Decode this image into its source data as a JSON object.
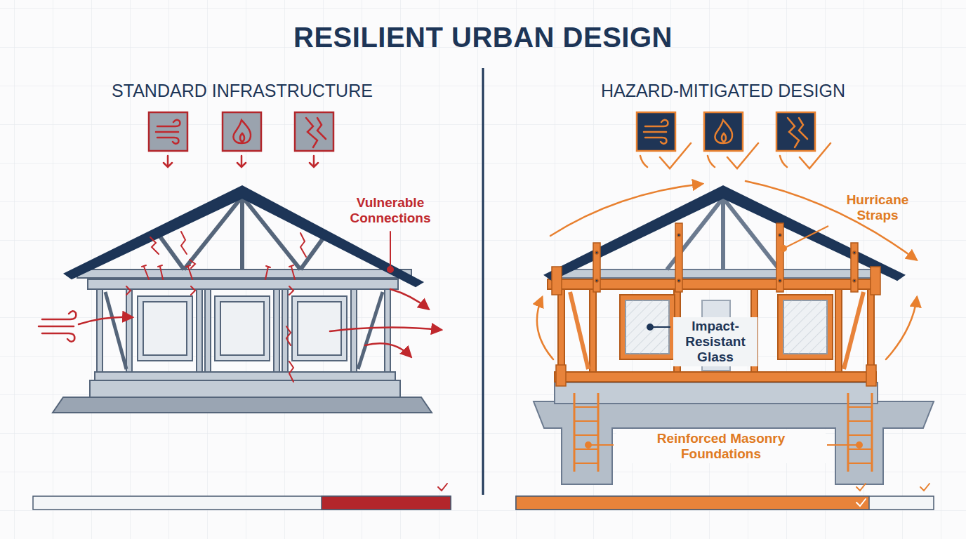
{
  "diagram": {
    "title": "RESILIENT URBAN DESIGN",
    "labels": [
      "STANDARD INFRASTRUCTURE",
      "HAZARD-MITIGATED DESIGN",
      "Vulnerable Connections",
      "Hurricane Straps",
      "Impact-Resistant Glass",
      "Reinforced Masonry Foundations"
    ]
  }
}
